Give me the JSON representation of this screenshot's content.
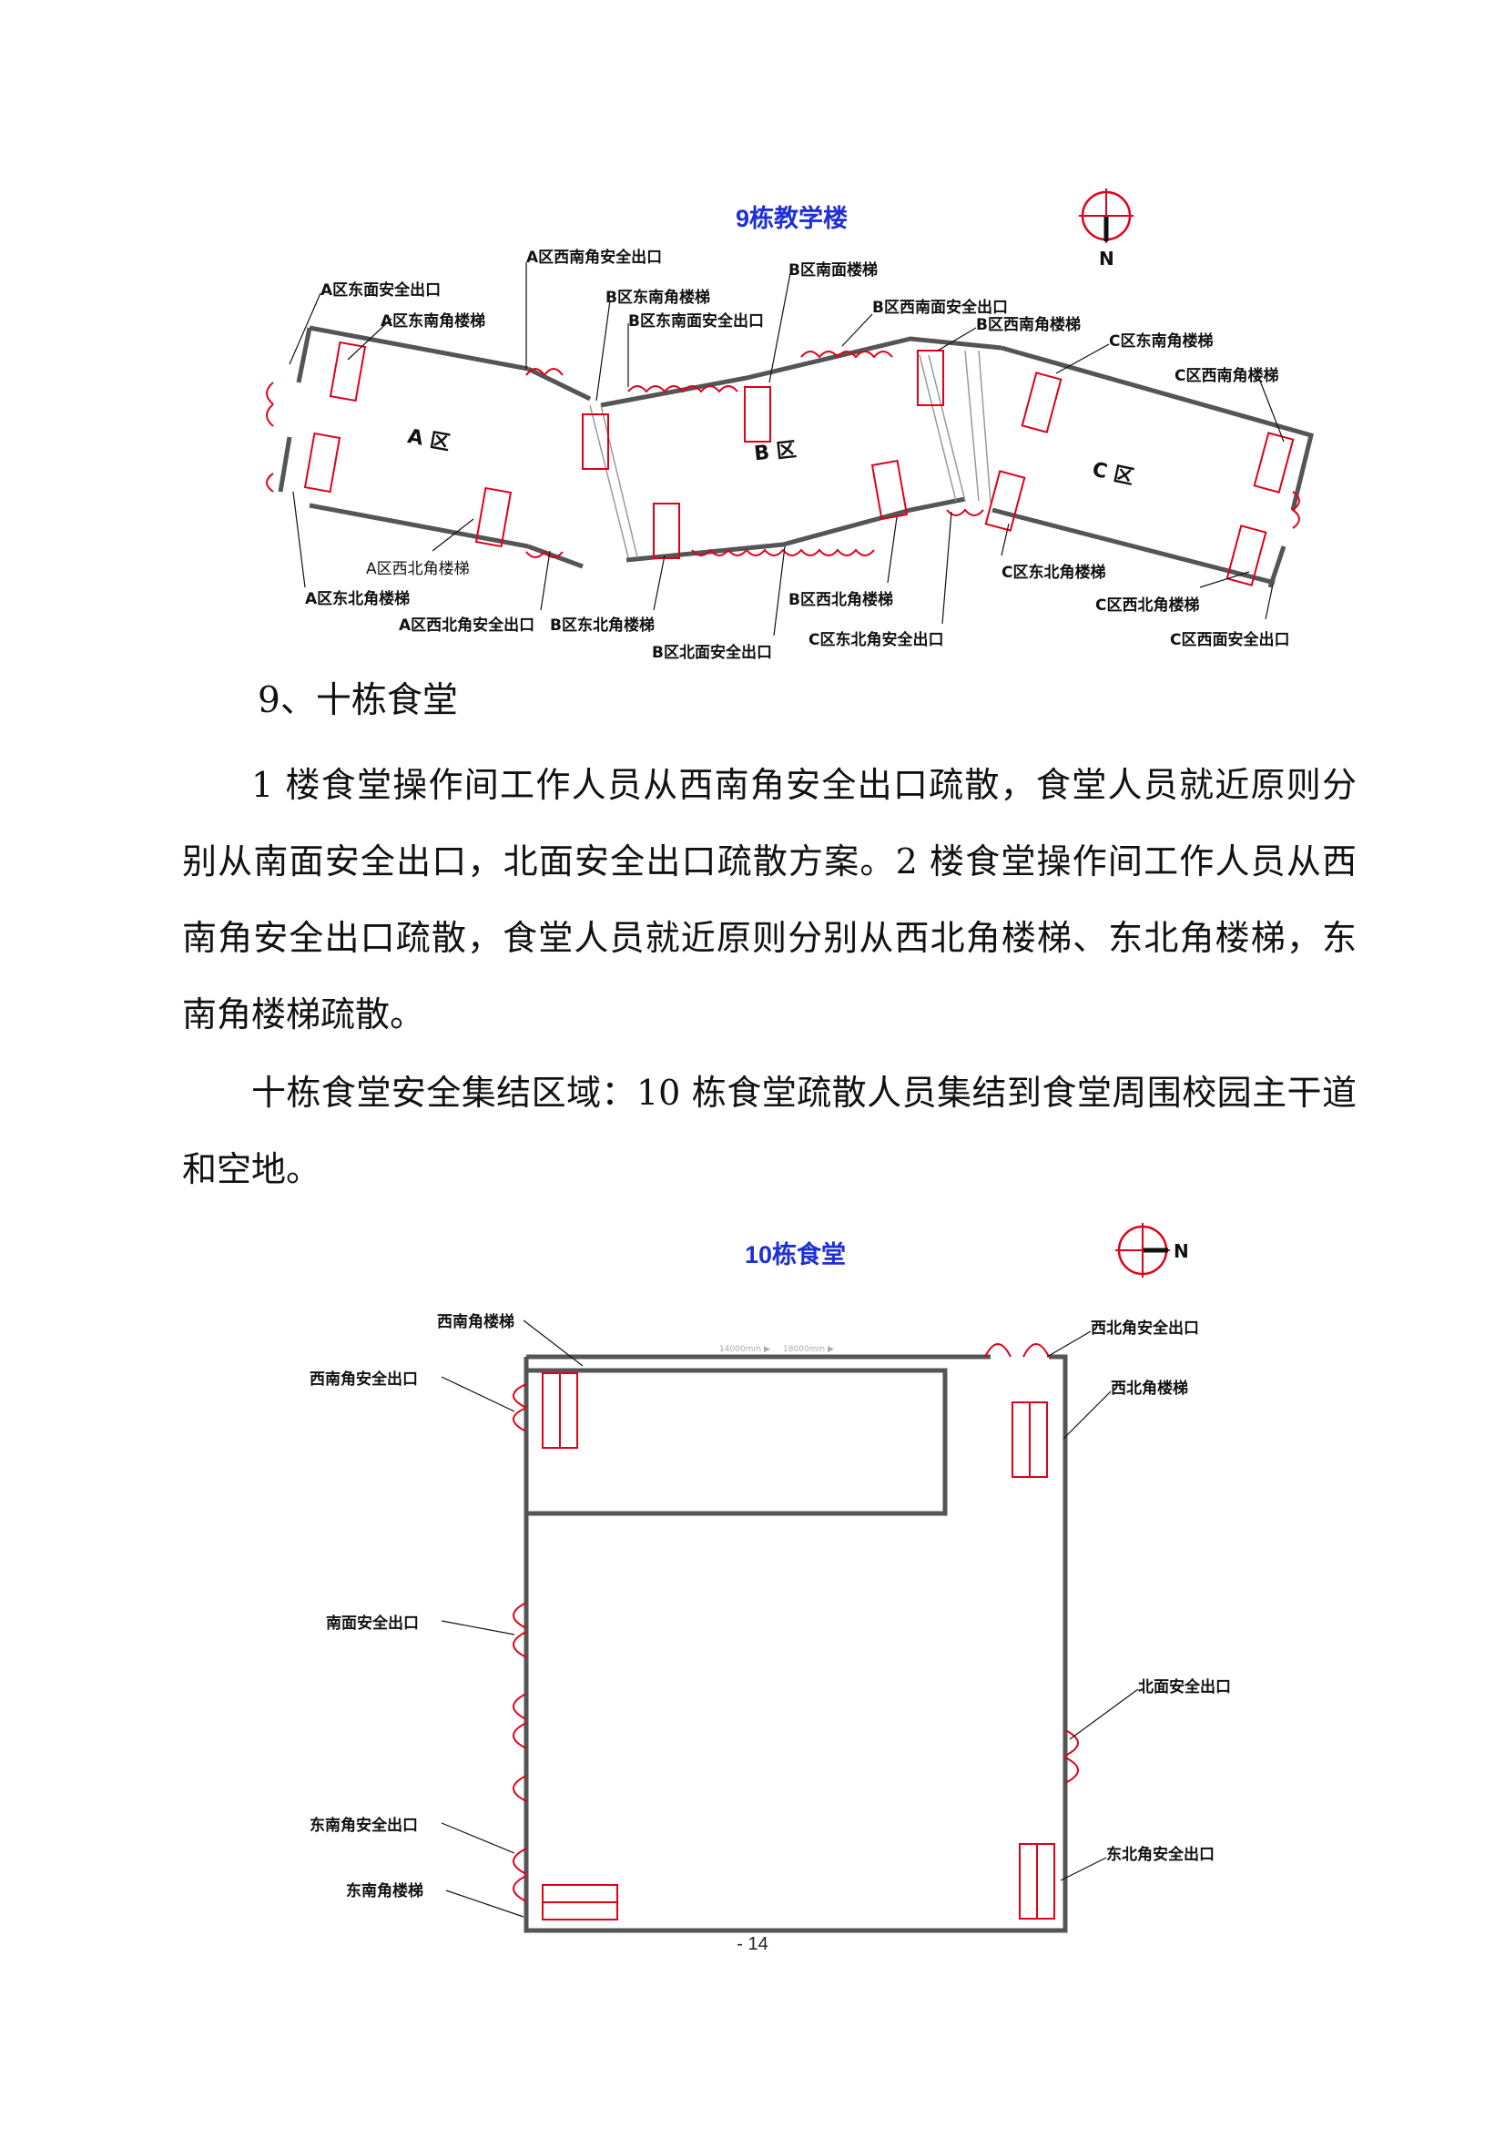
{
  "diagram1": {
    "title": "9栋教学楼",
    "compass_letter": "N",
    "zones": [
      "A 区",
      "B 区",
      "C 区"
    ],
    "labels": {
      "a_east_exit": "A区东面安全出口",
      "a_southeast_stair": "A区东南角楼梯",
      "a_southwest_exit": "A区西南角安全出口",
      "b_southeast_stair": "B区东南角楼梯",
      "b_southeast_exit": "B区东南面安全出口",
      "b_south_stair": "B区南面楼梯",
      "b_southsouth_exit": "B区西南面安全出口",
      "b_southwest_stair": "B区西南角楼梯",
      "c_southeast_stair": "C区东南角楼梯",
      "c_southwest_stair": "C区西南角楼梯",
      "a_northwest_stair": "A区西北角楼梯",
      "a_northeast_stair": "A区东北角楼梯",
      "a_northwest_exit": "A区西北角安全出口",
      "b_northeast_stair": "B区东北角楼梯",
      "b_north_exit": "B区北面安全出口",
      "b_northwest_stair": "B区西北角楼梯",
      "c_northeast_exit": "C区东北角安全出口",
      "c_northeast_stair": "C区东北角楼梯",
      "c_northwest_stair": "C区西北角楼梯",
      "c_west_exit": "C区西面安全出口"
    }
  },
  "text": {
    "heading": "9、十栋食堂",
    "para1": "1 楼食堂操作间工作人员从西南角安全出口疏散，食堂人员就近原则分别从南面安全出口，北面安全出口疏散方案。2 楼食堂操作间工作人员从西南角安全出口疏散，食堂人员就近原则分别从西北角楼梯、东北角楼梯，东南角楼梯疏散。",
    "para2": "十栋食堂安全集结区域：10 栋食堂疏散人员集结到食堂周围校园主干道和空地。"
  },
  "diagram2": {
    "title": "10栋食堂",
    "compass_letter": "N",
    "labels": {
      "sw_stair": "西南角楼梯",
      "sw_exit": "西南角安全出口",
      "nw_exit": "西北角安全出口",
      "nw_stair": "西北角楼梯",
      "s_exit": "南面安全出口",
      "n_exit": "北面安全出口",
      "se_exit": "东南角安全出口",
      "se_stair": "东南角楼梯",
      "ne_exit": "东北角安全出口"
    }
  },
  "footer": {
    "page_number": "- 14"
  },
  "colors": {
    "title_blue": "#1f2fd6",
    "plan_red": "#e0001a",
    "wall": "#555555"
  }
}
